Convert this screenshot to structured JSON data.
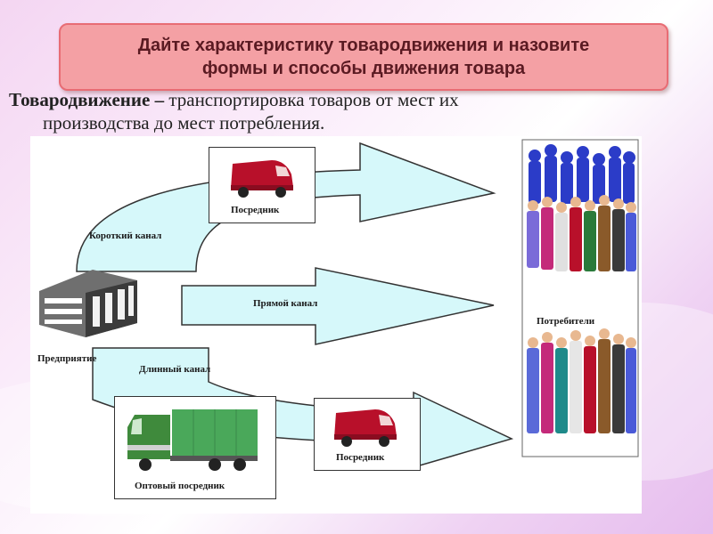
{
  "title": {
    "line1": "Дайте характеристику товародвижения и назовите",
    "line2": "формы и способы  движения товара"
  },
  "definition": {
    "term": "Товародвижение",
    "dash": " – ",
    "line1_rest": "транспортировка товаров от мест их",
    "line2": "производства до мест потребления."
  },
  "diagram": {
    "intermediary_top": "Посредник",
    "short_channel": "Короткий канал",
    "direct_channel": "Прямой канал",
    "enterprise": "Предприятие",
    "long_channel": "Длинный канал",
    "wholesale_intermediary": "Оптовый посредник",
    "intermediary_bottom": "Посредник",
    "consumers": "Потребители"
  },
  "colors": {
    "arrow_fill": "#d6f8fa",
    "title_fill": "#f4a0a4",
    "title_border": "#e86c74",
    "van": "#b8102a",
    "truck_cab": "#3f8a3c",
    "truck_body": "#4aa85a"
  }
}
